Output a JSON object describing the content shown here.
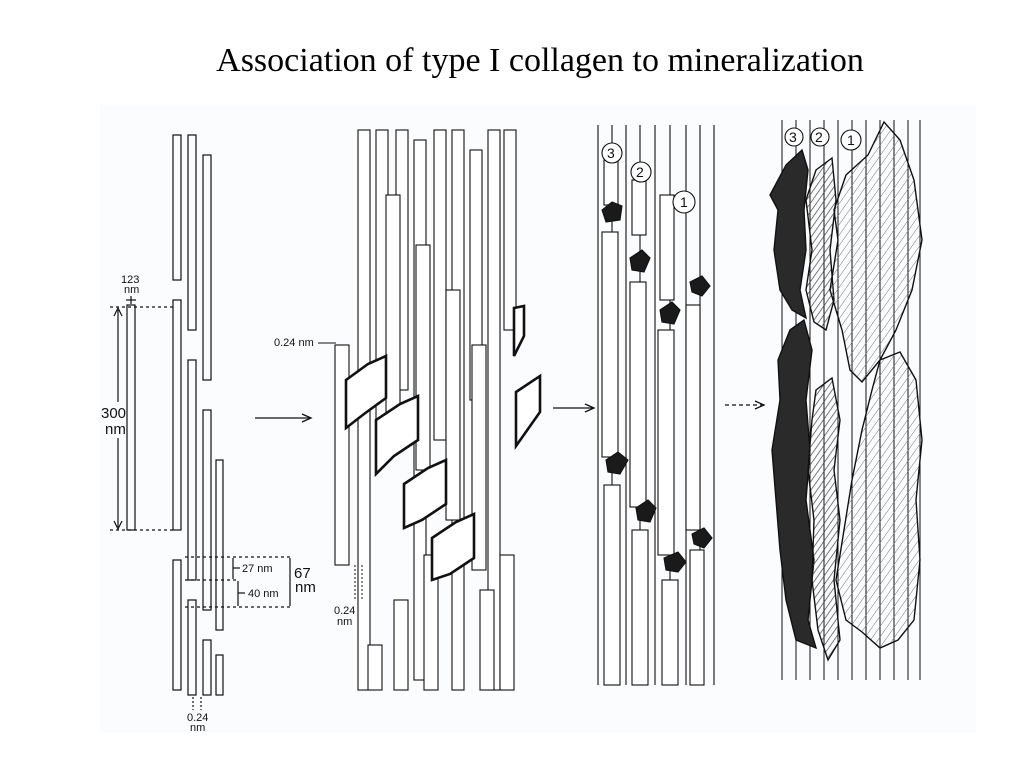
{
  "slide": {
    "title": "Association of type I collagen to mineralization"
  },
  "panel1": {
    "labels": {
      "gap_width": "123",
      "gap_width_unit": "nm",
      "molecule_length": "300",
      "molecule_length_unit": "nm",
      "hole_zone": "27 nm",
      "overlap_zone": "40 nm",
      "period": "67",
      "period_unit": "nm",
      "spacing_bottom": "0.24",
      "spacing_bottom_unit": "nm"
    }
  },
  "panel2": {
    "labels": {
      "spacing_top": "0.24 nm",
      "spacing_bottom": "0.24",
      "spacing_bottom_unit": "nm"
    }
  },
  "panel3": {
    "crystal_numbers": [
      "3",
      "2",
      "1"
    ]
  },
  "panel4": {
    "crystal_numbers": [
      "3",
      "2",
      "1"
    ]
  },
  "colors": {
    "line": "#111111",
    "shade": "#2a2a2a",
    "hatch": "#555555"
  }
}
